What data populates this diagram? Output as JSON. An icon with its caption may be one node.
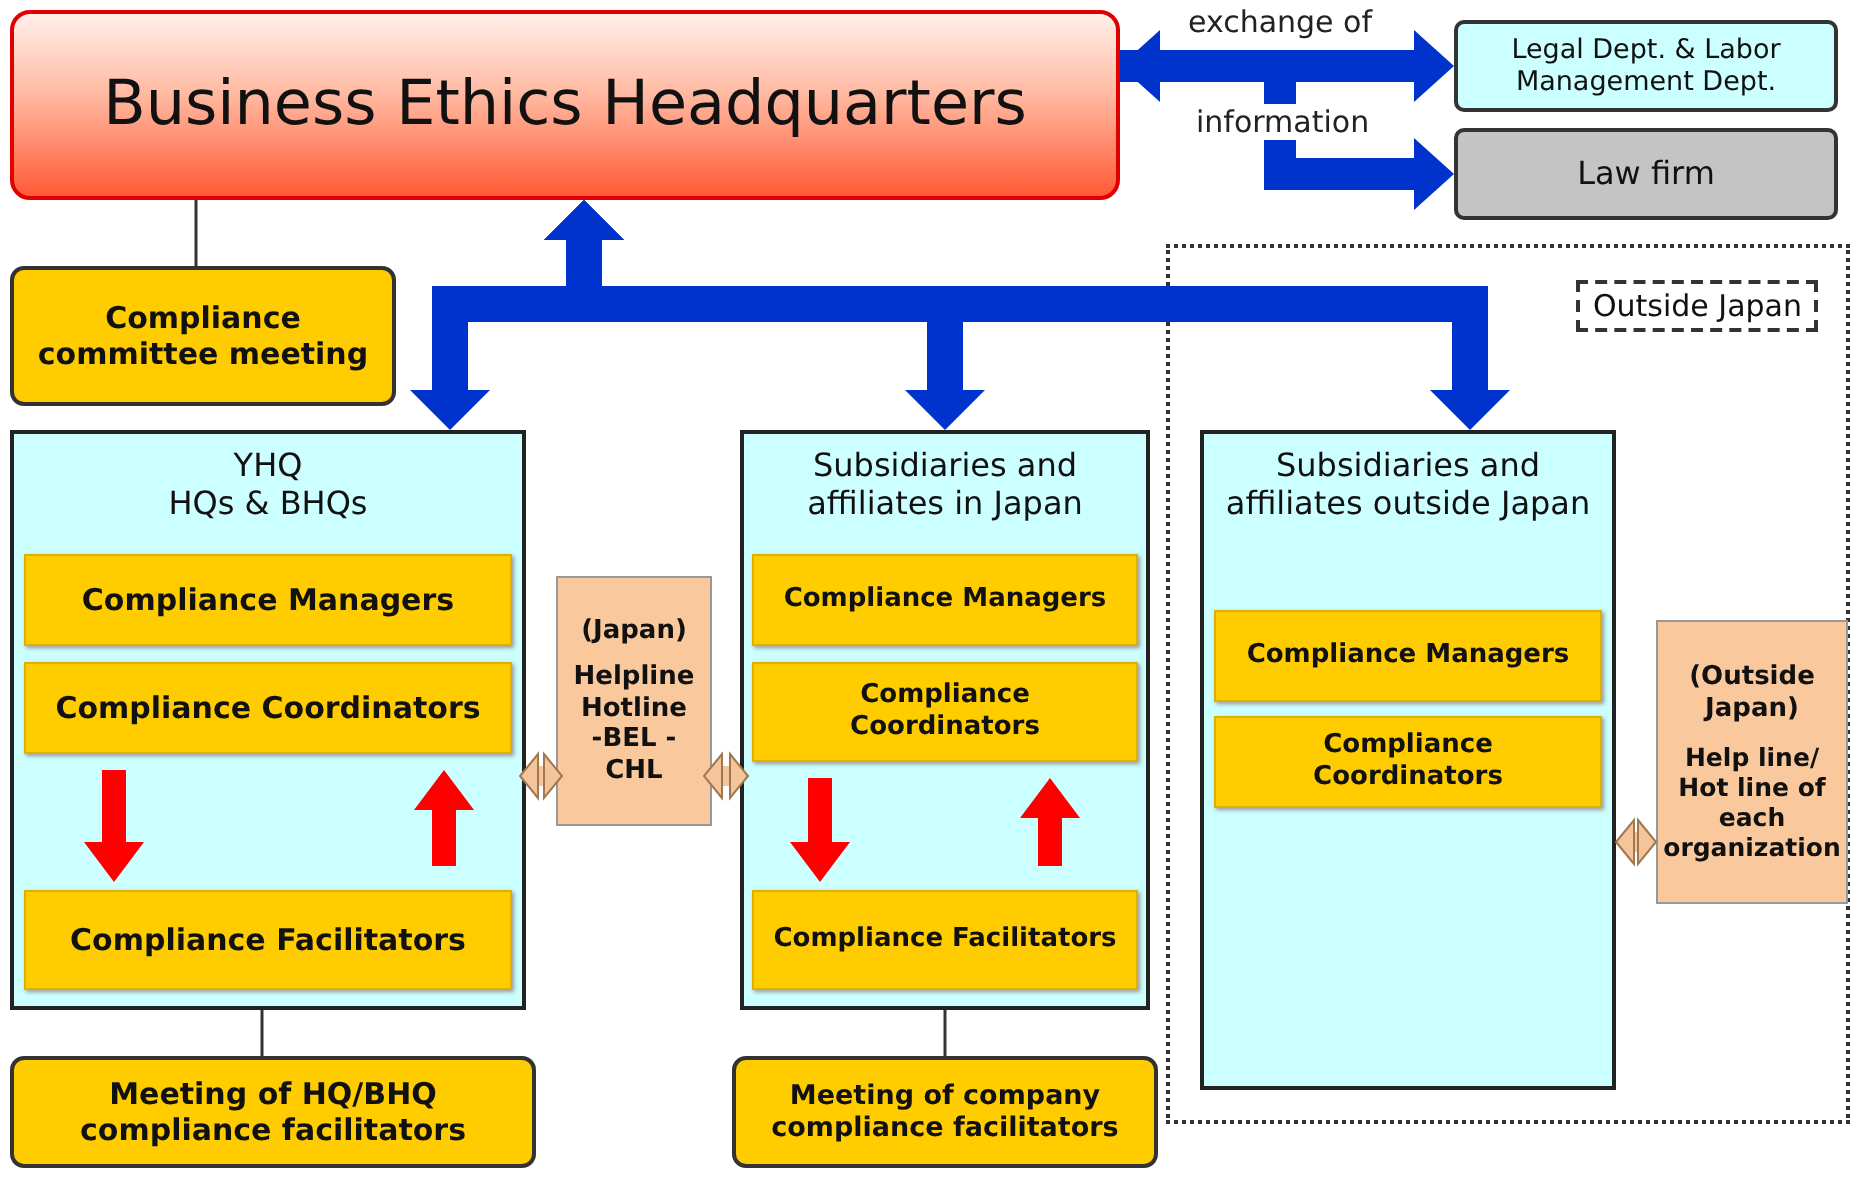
{
  "diagram": {
    "nodes": [
      {
        "text": [
          "Business Ethics Headquarters"
        ]
      },
      {
        "text": [
          "Legal Dept. & Labor Management Dept."
        ]
      },
      {
        "text": [
          "Law firm"
        ]
      },
      {
        "text": [
          "Compliance committee meeting"
        ]
      },
      {
        "text": [
          "YHQ",
          "HQs & BHQs"
        ]
      },
      {
        "text": [
          "Compliance Managers"
        ],
        "in": 4
      },
      {
        "text": [
          "Compliance Coordinators"
        ],
        "in": 4
      },
      {
        "text": [
          "Compliance Facilitators"
        ],
        "in": 4
      },
      {
        "text": [
          "(Japan)",
          "Helpline Hotline -BEL -CHL"
        ]
      },
      {
        "text": [
          "Subsidiaries and affiliates in Japan"
        ]
      },
      {
        "text": [
          "Compliance Managers"
        ],
        "in": 9
      },
      {
        "text": [
          "Compliance Coordinators"
        ],
        "in": 9
      },
      {
        "text": [
          "Compliance Facilitators"
        ],
        "in": 9
      },
      {
        "text": [
          "Outside Japan"
        ]
      },
      {
        "text": [
          "Subsidiaries and affiliates outside Japan"
        ],
        "in": 13
      },
      {
        "text": [
          "Compliance Managers"
        ],
        "in": 14
      },
      {
        "text": [
          "Compliance Coordinators"
        ],
        "in": 14
      },
      {
        "text": [
          "(Outside Japan)",
          "Help line/ Hot line of each organization"
        ],
        "in": 13
      },
      {
        "text": [
          "Meeting of HQ/BHQ compliance facilitators"
        ]
      },
      {
        "text": [
          "Meeting of company compliance facilitators"
        ]
      }
    ],
    "edges": [
      {
        "from": 0,
        "to": 1,
        "arrow": "both",
        "color": "#0033cc"
      },
      {
        "from": 0,
        "to": 2,
        "arrow": "to",
        "color": "#0033cc"
      },
      {
        "from": 0,
        "to": 3,
        "arrow": "none",
        "color": "#333333"
      },
      {
        "from": 0,
        "to": 4,
        "arrow": "both",
        "color": "#0033cc"
      },
      {
        "from": 0,
        "to": 9,
        "arrow": "both",
        "color": "#0033cc"
      },
      {
        "from": 0,
        "to": 14,
        "arrow": "both",
        "color": "#0033cc"
      },
      {
        "from": 6,
        "to": 7,
        "arrow": "to",
        "color": "#ff0000"
      },
      {
        "from": 7,
        "to": 6,
        "arrow": "to",
        "color": "#ff0000"
      },
      {
        "from": 11,
        "to": 12,
        "arrow": "to",
        "color": "#ff0000"
      },
      {
        "from": 12,
        "to": 11,
        "arrow": "to",
        "color": "#ff0000"
      },
      {
        "from": 4,
        "to": 8,
        "arrow": "both",
        "color": "#f5c49a"
      },
      {
        "from": 8,
        "to": 9,
        "arrow": "both",
        "color": "#f5c49a"
      },
      {
        "from": 14,
        "to": 17,
        "arrow": "both",
        "color": "#f5c49a"
      },
      {
        "from": 4,
        "to": 18,
        "arrow": "none",
        "color": "#333333"
      },
      {
        "from": 9,
        "to": 19,
        "arrow": "none",
        "color": "#333333"
      }
    ],
    "labels": [
      "exchange of",
      "information"
    ]
  }
}
